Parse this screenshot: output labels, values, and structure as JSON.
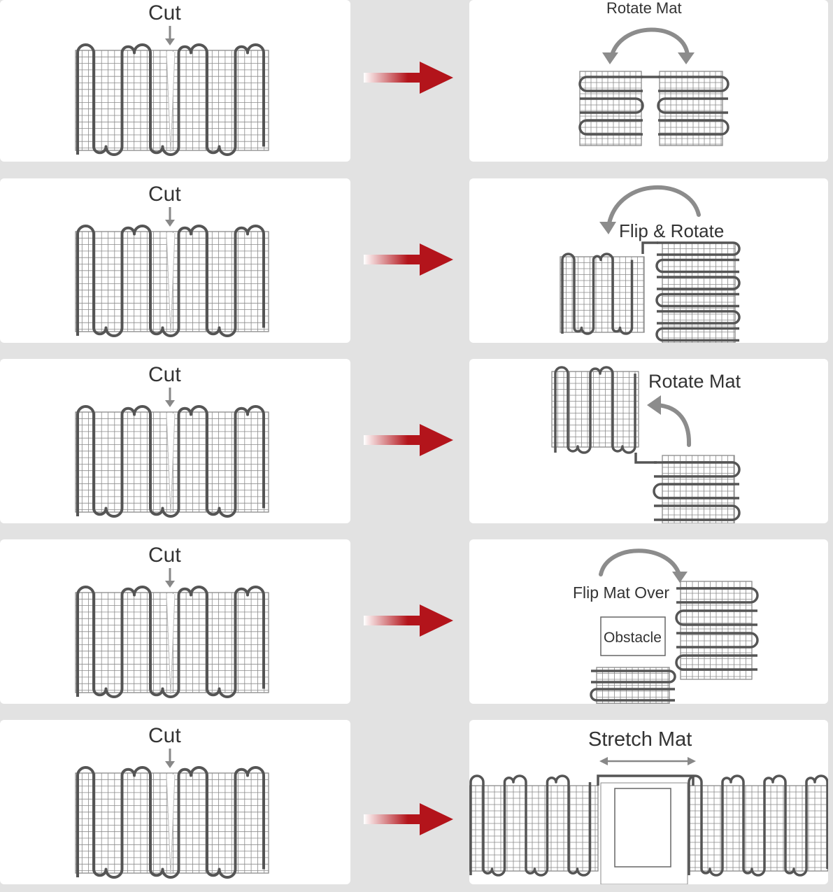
{
  "colors": {
    "background": "#e2e2e2",
    "panel": "#ffffff",
    "cable": "#555555",
    "grid": "#8a8a8a",
    "arrow_red": "#b3141b",
    "label": "#333333"
  },
  "rows": [
    {
      "cut_label": "Cut",
      "result_label": "Rotate Mat"
    },
    {
      "cut_label": "Cut",
      "result_label": "Flip & Rotate"
    },
    {
      "cut_label": "Cut",
      "result_label": "Rotate Mat"
    },
    {
      "cut_label": "Cut",
      "result_label": "Flip Mat Over",
      "obstacle_label": "Obstacle"
    },
    {
      "cut_label": "Cut",
      "result_label": "Stretch Mat"
    }
  ]
}
